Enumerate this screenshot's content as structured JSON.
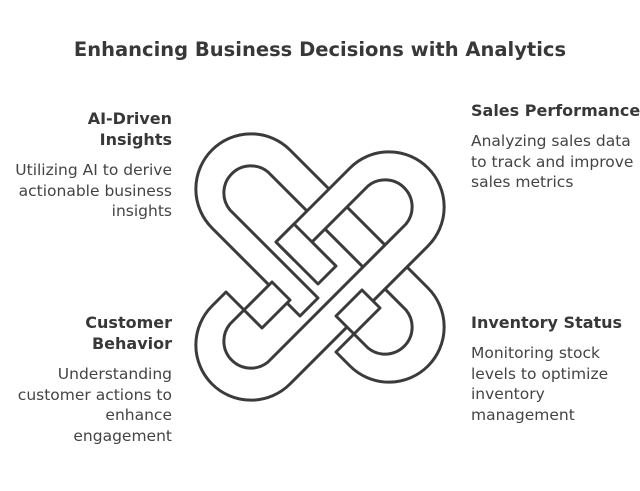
{
  "title": "Enhancing Business Decisions with Analytics",
  "blocks": {
    "top_left": {
      "heading": "AI-Driven Insights",
      "text": "Utilizing AI to derive actionable business insights"
    },
    "top_right": {
      "heading": "Sales Performance",
      "text": "Analyzing sales data to track and improve sales metrics"
    },
    "bottom_left": {
      "heading": "Customer Behavior",
      "text": "Understanding customer actions to enhance engagement"
    },
    "bottom_right": {
      "heading": "Inventory Status",
      "text": "Monitoring stock levels to optimize inventory management"
    }
  },
  "colors": {
    "stroke": "#3b3b3b",
    "fill": "#ffffff"
  },
  "icons": {
    "center": "interlocking-knot-icon"
  }
}
